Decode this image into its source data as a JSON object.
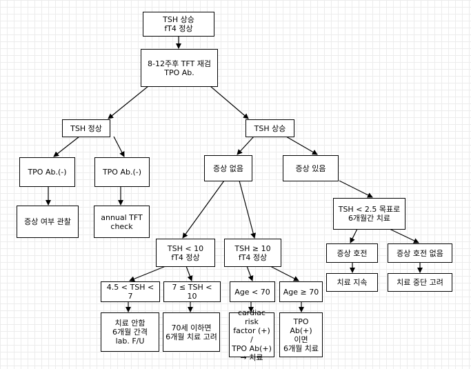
{
  "nodes": {
    "root": "TSH 상승\nfT4 정상",
    "recheck": "8-12주후 TFT 재검\nTPO Ab.",
    "tsh_normal": "TSH 정상",
    "tsh_high": "TSH 상승",
    "tpo_neg_1": "TPO Ab.(-)",
    "tpo_neg_2": "TPO Ab.(-)",
    "observe": "증상 여부 관찰",
    "annual": "annual TFT\ncheck",
    "no_symptom": "증상 없음",
    "symptom": "증상 있음",
    "tsh_lt10": "TSH < 10\nfT4 정상",
    "tsh_ge10": "TSH ≥ 10\nfT4 정상",
    "goal_treat": "TSH < 2.5 목표로\n6개월간 치료",
    "improved": "증상 호전",
    "not_improved": "증상 호전 없음",
    "continue_tx": "치료 지속",
    "stop_tx": "치료 중단 고려",
    "range_4_7": "4.5 < TSH < 7",
    "range_7_10": "7 ≤ TSH < 10",
    "age_lt70": "Age < 70",
    "age_ge70": "Age ≥ 70",
    "no_treat": "치료 안함\n6개월 간격\nlab. F/U",
    "age70_treat": "70세 이하면\n6개월 치료 고려",
    "cardiac": "cardiac risk\nfactor (+) /\nTPO Ab(+)\n→ 치료",
    "tpo_pos": "TPO Ab(+)\n이면\n6개월 치료"
  }
}
